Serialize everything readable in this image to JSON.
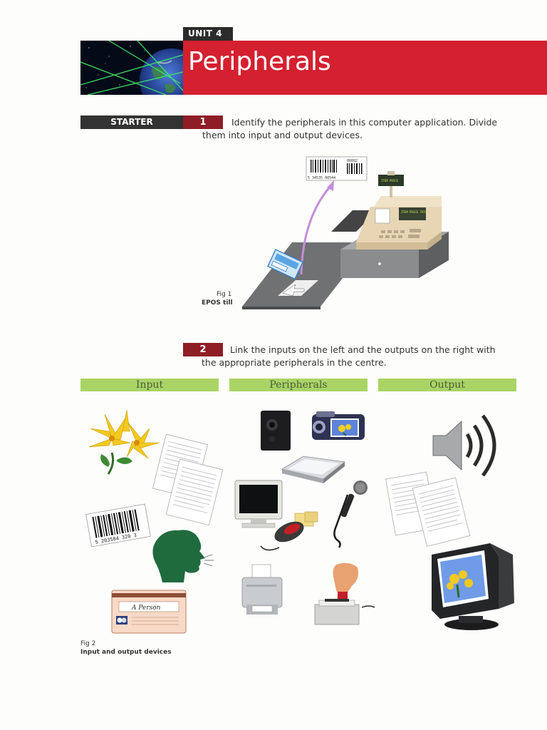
{
  "header": {
    "unit_label": "UNIT 4",
    "title": "Peripherals",
    "accent_color": "#d4202f"
  },
  "starter": {
    "label": "STARTER"
  },
  "task1": {
    "number": "1",
    "text_line1": "Identify the peripherals in this computer application. Divide",
    "text_line2": "them into input and output devices."
  },
  "fig1": {
    "number": "Fig 1",
    "caption": "EPOS till",
    "barcode_digits": "5 34535 00544",
    "barcode_topnum": "00002",
    "till_display": "ITEM PRICE",
    "till_screen": "ITEM PRICE TOTAL"
  },
  "task2": {
    "number": "2",
    "text_line1": "Link the inputs on the left and the outputs on the right with",
    "text_line2": "the appropriate peripherals in the centre."
  },
  "columns": {
    "input": "Input",
    "peripherals": "Peripherals",
    "output": "Output",
    "color": "#a9d465"
  },
  "fig2": {
    "number": "Fig 2",
    "caption": "Input and output devices",
    "barcode_digits": "5 203504 320 3",
    "card_name": "A Person"
  },
  "icons": {
    "input": [
      "flower-icon",
      "document-icon",
      "barcode-icon",
      "speaking-head-icon",
      "bank-card-icon"
    ],
    "peripherals": [
      "speaker-box-icon",
      "digital-camera-icon",
      "flatbed-scanner-icon",
      "monitor-icon",
      "microphone-icon",
      "mouse-icon",
      "printer-icon",
      "card-swipe-reader-icon"
    ],
    "output": [
      "loudspeaker-icon",
      "printed-pages-icon",
      "crt-monitor-flower-icon"
    ]
  }
}
